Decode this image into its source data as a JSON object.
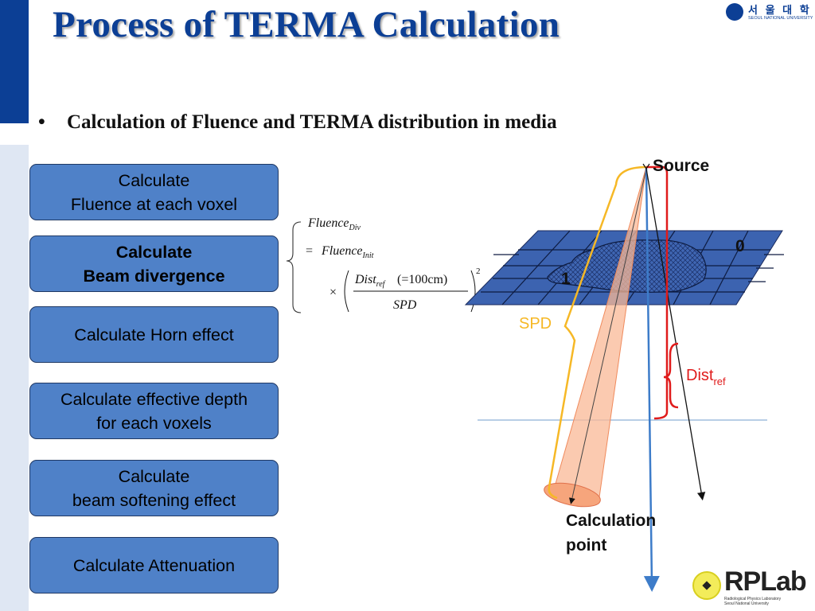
{
  "slide": {
    "title": "Process of TERMA Calculation",
    "bullet": "Calculation of Fluence and TERMA distribution in media"
  },
  "logo_top": {
    "korean": "서 울 대 학 교",
    "english": "SEOUL NATIONAL UNIVERSITY"
  },
  "steps": [
    {
      "line1": "Calculate",
      "line2": "Fluence at each voxel"
    },
    {
      "line1": "Calculate",
      "line2": "Beam divergence"
    },
    {
      "line1": "Calculate Horn effect",
      "line2": ""
    },
    {
      "line1": "Calculate effective depth",
      "line2": "for each voxels"
    },
    {
      "line1": "Calculate",
      "line2": "beam softening effect"
    },
    {
      "line1": "Calculate Attenuation",
      "line2": ""
    }
  ],
  "formula": {
    "fluence": "Fluence",
    "sub_div": "Div",
    "equals": "=",
    "sub_init": "Init",
    "times": "×",
    "dist": "Dist",
    "sub_ref": "ref",
    "ref_value": "(=100cm)",
    "spd": "SPD",
    "exponent": "2"
  },
  "diagram": {
    "source_label": "Source",
    "label_zero": "0",
    "label_one": "1",
    "spd_label": "SPD",
    "dist_label": "Dist",
    "dist_sub": "ref",
    "calc_line1": "Calculation",
    "calc_line2": "point",
    "colors": {
      "grid_fill": "#3c63b0",
      "ssd_line": "#e01b1b",
      "spd_line": "#f6b826",
      "beam_fill": "#f9b896",
      "axis_line": "#3d7cc9"
    }
  },
  "logo_bottom": {
    "name": "RPLab",
    "line1": "Radiological Physics Laboratory",
    "line2": "Seoul National University"
  }
}
